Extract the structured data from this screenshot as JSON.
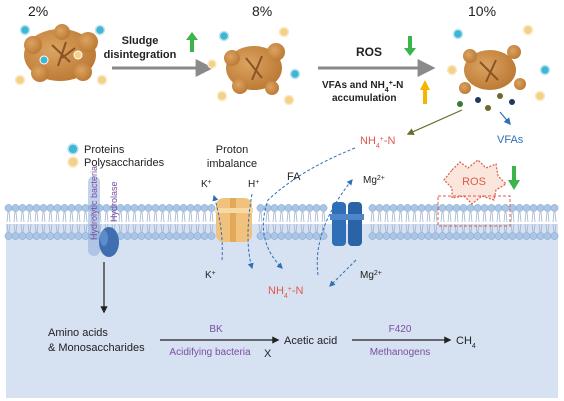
{
  "stages": {
    "s1_pct": "2%",
    "s2_pct": "8%",
    "s3_pct": "10%"
  },
  "arrows": {
    "sludge_line1": "Sludge",
    "sludge_line2": "disintegration",
    "ros": "ROS",
    "vfa_line1": "VFAs and NH",
    "vfa_sup": "4",
    "vfa_sup2": "+",
    "vfa_tail": "-N",
    "vfa_line2": "accumulation"
  },
  "legend": {
    "proteins": "Proteins",
    "polysaccharides": "Polysaccharides"
  },
  "labels": {
    "vfas": "VFAs",
    "nh4_top": "NH",
    "nh4_bottom": "NH",
    "nh4_sub": "4",
    "nh4_sup": "+",
    "nh4_tail": "-N",
    "proton_line1": "Proton",
    "proton_line2": "imbalance",
    "k_top": "K",
    "h_top": "H",
    "k_bottom": "K",
    "plus": "+",
    "fa": "FA",
    "mg_top": "Mg",
    "mg_bottom": "Mg",
    "mg_sup": "2+",
    "ros_badge": "ROS",
    "hydrolytic": "Hydrolytic bacteria",
    "hydrolase": "Hydrolase"
  },
  "pathway": {
    "amino_line1": "Amino acids",
    "amino_line2": "& Monosaccharides",
    "bk": "BK",
    "acidifying": "Acidifying bacteria",
    "block_mark": "X",
    "acetic": "Acetic acid",
    "f420": "F420",
    "methanogens": "Methanogens",
    "ch4": "CH",
    "ch4_sub": "4"
  },
  "colors": {
    "sludge": "#c98a3e",
    "sludge_dark": "#8a5424",
    "protein": "#3fb6d6",
    "polysaccharide": "#f3d18a",
    "membrane_head": "#a9c6e6",
    "cytoplasm": "#d6e1f1",
    "red_text": "#e05a4a",
    "purple_text": "#7a4fa3",
    "arrow_green": "#3bb54a",
    "arrow_yellow": "#f5b400",
    "channel_orange": "#f1c27d",
    "channel_blue": "#2f6fb8"
  }
}
